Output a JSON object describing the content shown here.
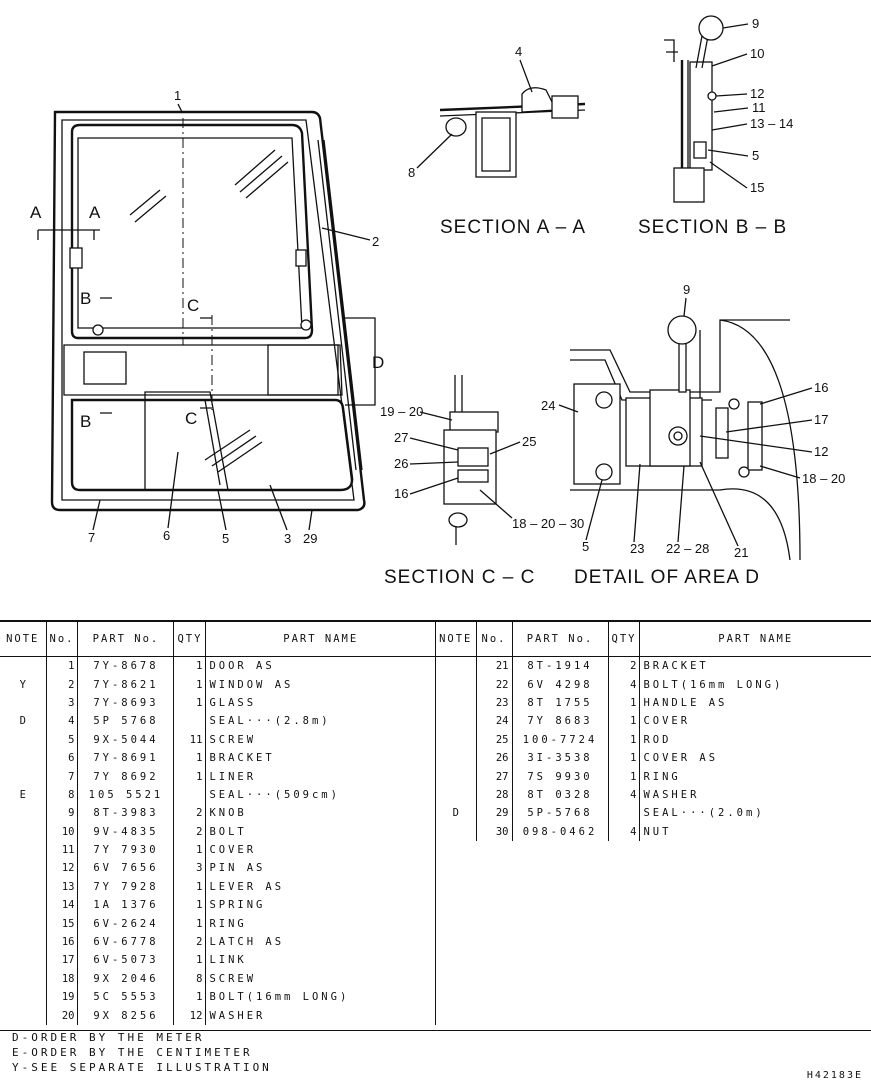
{
  "sections": {
    "aa": "SECTION A – A",
    "bb": "SECTION B – B",
    "cc": "SECTION C – C",
    "d": "DETAIL OF AREA D"
  },
  "callouts": {
    "door": [
      "1",
      "2",
      "3",
      "29",
      "5",
      "6",
      "7"
    ],
    "marks": [
      "A",
      "A",
      "B",
      "B",
      "C",
      "C",
      "D"
    ],
    "aa": [
      "4",
      "8"
    ],
    "bb": [
      "9",
      "10",
      "12",
      "11",
      "13 – 14",
      "5",
      "15"
    ],
    "cc": [
      "19 – 20",
      "27",
      "26",
      "16",
      "25",
      "18 – 20 – 30"
    ],
    "d": [
      "9",
      "24",
      "16",
      "17",
      "12",
      "18 – 20",
      "5",
      "23",
      "22 – 28",
      "21"
    ]
  },
  "table": {
    "headers": [
      "NOTE",
      "No.",
      "PART No.",
      "QTY",
      "PART NAME"
    ],
    "left": [
      {
        "note": "",
        "no": "1",
        "part": "7Y-8678",
        "qty": "1",
        "name": "DOOR AS"
      },
      {
        "note": "Y",
        "no": "2",
        "part": "7Y-8621",
        "qty": "1",
        "name": "WINDOW AS"
      },
      {
        "note": "",
        "no": "3",
        "part": "7Y-8693",
        "qty": "1",
        "name": "GLASS"
      },
      {
        "note": "D",
        "no": "4",
        "part": "5P 5768",
        "qty": "",
        "name": "SEAL···(2.8m)"
      },
      {
        "note": "",
        "no": "5",
        "part": "9X-5044",
        "qty": "11",
        "name": "SCREW"
      },
      {
        "note": "",
        "no": "6",
        "part": "7Y-8691",
        "qty": "1",
        "name": "BRACKET"
      },
      {
        "note": "",
        "no": "7",
        "part": "7Y 8692",
        "qty": "1",
        "name": "LINER"
      },
      {
        "note": "E",
        "no": "8",
        "part": "105 5521",
        "qty": "",
        "name": "SEAL···(509cm)"
      },
      {
        "note": "",
        "no": "9",
        "part": "8T-3983",
        "qty": "2",
        "name": "KNOB"
      },
      {
        "note": "",
        "no": "10",
        "part": "9V-4835",
        "qty": "2",
        "name": "BOLT"
      },
      {
        "note": "",
        "no": "11",
        "part": "7Y 7930",
        "qty": "1",
        "name": "COVER"
      },
      {
        "note": "",
        "no": "12",
        "part": "6V 7656",
        "qty": "3",
        "name": "PIN AS"
      },
      {
        "note": "",
        "no": "13",
        "part": "7Y 7928",
        "qty": "1",
        "name": "LEVER AS"
      },
      {
        "note": "",
        "no": "14",
        "part": "1A 1376",
        "qty": "1",
        "name": "SPRING"
      },
      {
        "note": "",
        "no": "15",
        "part": "6V-2624",
        "qty": "1",
        "name": "RING"
      },
      {
        "note": "",
        "no": "16",
        "part": "6V-6778",
        "qty": "2",
        "name": "LATCH AS"
      },
      {
        "note": "",
        "no": "17",
        "part": "6V-5073",
        "qty": "1",
        "name": "LINK"
      },
      {
        "note": "",
        "no": "18",
        "part": "9X 2046",
        "qty": "8",
        "name": "SCREW"
      },
      {
        "note": "",
        "no": "19",
        "part": "5C 5553",
        "qty": "1",
        "name": "BOLT(16mm LONG)"
      },
      {
        "note": "",
        "no": "20",
        "part": "9X 8256",
        "qty": "12",
        "name": "WASHER"
      }
    ],
    "right": [
      {
        "note": "",
        "no": "21",
        "part": "8T-1914",
        "qty": "2",
        "name": "BRACKET"
      },
      {
        "note": "",
        "no": "22",
        "part": "6V 4298",
        "qty": "4",
        "name": "BOLT(16mm LONG)"
      },
      {
        "note": "",
        "no": "23",
        "part": "8T 1755",
        "qty": "1",
        "name": "HANDLE AS"
      },
      {
        "note": "",
        "no": "24",
        "part": "7Y 8683",
        "qty": "1",
        "name": "COVER"
      },
      {
        "note": "",
        "no": "25",
        "part": "100-7724",
        "qty": "1",
        "name": "ROD"
      },
      {
        "note": "",
        "no": "26",
        "part": "3I-3538",
        "qty": "1",
        "name": "COVER AS"
      },
      {
        "note": "",
        "no": "27",
        "part": "7S 9930",
        "qty": "1",
        "name": "RING"
      },
      {
        "note": "",
        "no": "28",
        "part": "8T 0328",
        "qty": "4",
        "name": "WASHER"
      },
      {
        "note": "D",
        "no": "29",
        "part": "5P-5768",
        "qty": "",
        "name": "SEAL···(2.0m)"
      },
      {
        "note": "",
        "no": "30",
        "part": "098-0462",
        "qty": "4",
        "name": "NUT"
      }
    ]
  },
  "notes": [
    "D-ORDER BY THE METER",
    "E-ORDER BY THE CENTIMETER",
    "Y-SEE SEPARATE ILLUSTRATION"
  ],
  "code": "H42183E"
}
